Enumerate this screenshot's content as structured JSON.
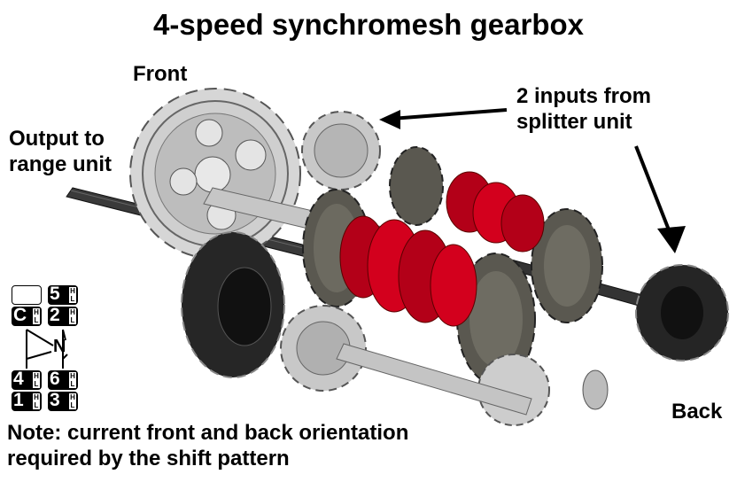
{
  "title": "4-speed synchromesh gearbox",
  "labels": {
    "front": "Front",
    "output": [
      "Output to",
      "range unit"
    ],
    "inputs": [
      "2 inputs from",
      "splitter unit"
    ],
    "back": "Back",
    "note": [
      "Note: current front and back orientation",
      "required by the shift pattern"
    ]
  },
  "shift_pattern": {
    "neutral": "N",
    "upper_row": [
      {
        "top": "",
        "bottom": "C"
      },
      {
        "top": "5",
        "bottom": "2"
      }
    ],
    "lower_row": [
      {
        "top": "4",
        "bottom": "1"
      },
      {
        "top": "6",
        "bottom": "3"
      }
    ],
    "range_marks": [
      "H",
      "L"
    ]
  },
  "colors": {
    "light_gear": "#c9c9c9",
    "dark_gear": "#55534a",
    "black_gear": "#222222",
    "red_clutch": "#d3001d",
    "axle": "#4a4a4a"
  }
}
